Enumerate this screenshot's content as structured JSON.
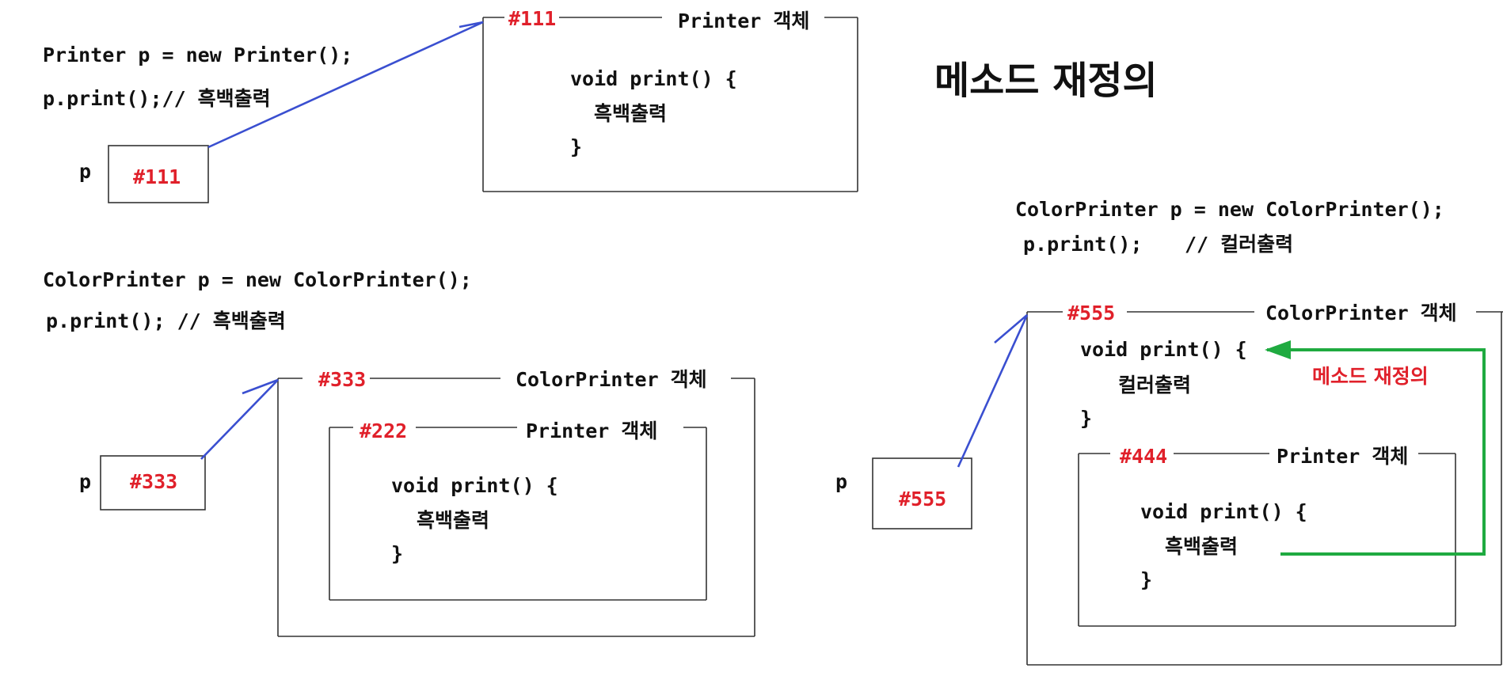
{
  "title": "메소드 재정의",
  "colors": {
    "address": "#e0202a",
    "pointer": "#3a4fd0",
    "override": "#1faa40",
    "text": "#111111"
  },
  "scene1": {
    "code": [
      "Printer p = new Printer();",
      "p.print();// 흑백출력"
    ],
    "var_label": "p",
    "var_value": "#111",
    "object": {
      "address": "#111",
      "name": "Printer 객체",
      "method": [
        "void print() {",
        "흑백출력",
        "}"
      ]
    }
  },
  "scene2": {
    "code": [
      "ColorPrinter p = new ColorPrinter();",
      "p.print(); // 흑백출력"
    ],
    "var_label": "p",
    "var_value": "#333",
    "outer": {
      "address": "#333",
      "name": "ColorPrinter 객체"
    },
    "inner": {
      "address": "#222",
      "name": "Printer 객체",
      "method": [
        "void print() {",
        "흑백출력",
        "}"
      ]
    }
  },
  "scene3": {
    "code": [
      "ColorPrinter p = new ColorPrinter();",
      "p.print();",
      "// 컬러출력"
    ],
    "var_label": "p",
    "var_value": "#555",
    "outer": {
      "address": "#555",
      "name": "ColorPrinter 객체",
      "method": [
        "void print() {",
        "컬러출력",
        "}"
      ]
    },
    "inner": {
      "address": "#444",
      "name": "Printer 객체",
      "method": [
        "void print() {",
        "흑백출력",
        "}"
      ]
    },
    "override_label": "메소드 재정의"
  }
}
